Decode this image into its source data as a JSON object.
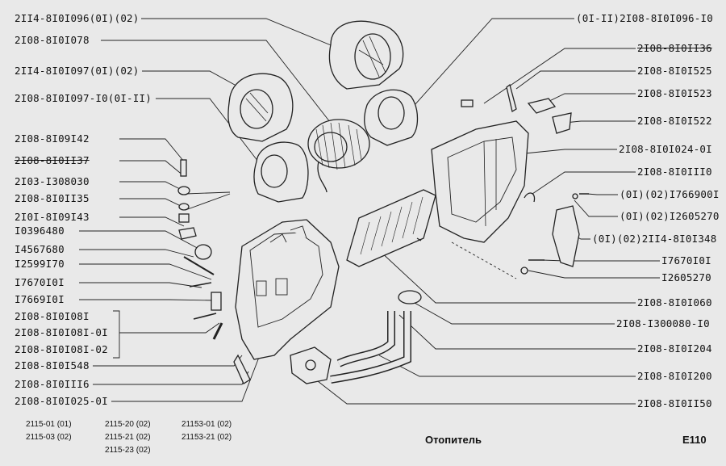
{
  "left_labels": [
    "2II4-8I0I096(0I)(02)",
    "2I08-8I0I078",
    "2II4-8I0I097(0I)(02)",
    "2I08-8I0I097-I0(0I-II)",
    "2I08-8I09I42",
    "2I08-8I0II37",
    "2I03-I308030",
    "2I08-8I0II35",
    "2I0I-8I09I43",
    "I0396480",
    "I4567680",
    "I2599I70",
    "I7670I0I",
    "I7669I0I",
    "2I08-8I0I08I",
    "2I08-8I0I08I-0I",
    "2I08-8I0I08I-02",
    "2I08-8I0I548",
    "2I08-8I0III6",
    "2I08-8I0I025-0I"
  ],
  "right_labels": [
    "(0I-II)2I08-8I0I096-I0",
    "2I08-8I0II36",
    "2I08-8I0I525",
    "2I08-8I0I523",
    "2I08-8I0I522",
    "2I08-8I0I024-0I",
    "2I08-8I0III0",
    "(0I)(02)I766900I",
    "(0I)(02)I2605270",
    "(0I)(02)2II4-8I0I348",
    "I7670I0I",
    "I2605270",
    "2I08-8I0I060",
    "2I08-I300080-I0",
    "2I08-8I0I204",
    "2I08-8I0I200",
    "2I08-8I0II50"
  ],
  "footer": {
    "col1": [
      "2115-01 (01)",
      "2115-03 (02)"
    ],
    "col2": [
      "2115-20 (02)",
      "2115-21 (02)",
      "2115-23 (02)"
    ],
    "col3": [
      "21153-01 (02)",
      "21153-21 (02)"
    ],
    "title": "Отопитель",
    "page": "E110"
  }
}
